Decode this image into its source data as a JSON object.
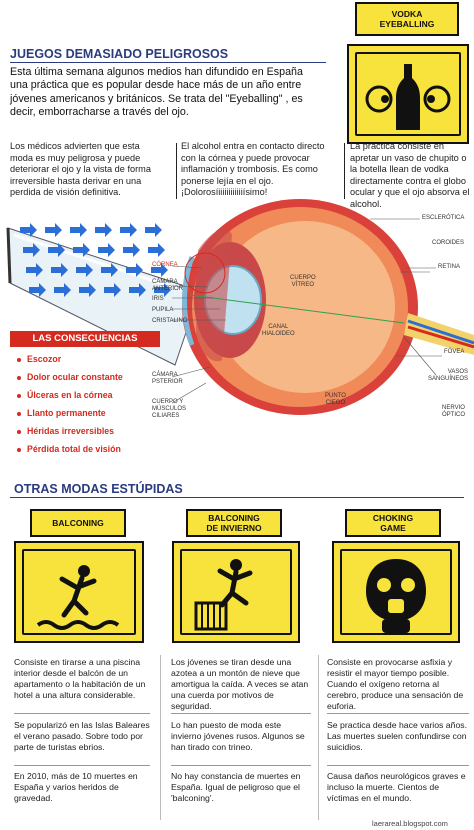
{
  "header": {
    "title": "JUEGOS DEMASIADO PELIGROSOS",
    "intro": "Esta última semana algunos medios han difundido en España una práctica que es popular desde hace más de un año entre jóvenes americanos y británicos. Se trata del \"Eyeballing\" , es decir, emborracharse  a través del ojo."
  },
  "vodka_sign": {
    "label": "VODKA\nEYEBALLING"
  },
  "columns": {
    "col1": "Los médicos advierten que esta moda es muy peligrosa  y puede deteriorar el ojo y la vista de forma irreversible hasta derivar en una perdida de visión definitiva.",
    "col2": "El alcohol entra en contacto directo con la córnea y puede provocar inflamación y trombosis. Es como ponerse lejía en el ojo. ¡Dolorosíiiiiiiiiiiiiísimo!",
    "col3": "La práctica consiste en apretar un vaso de chupito o la botella llean de vodka directamente contra el globo ocular y que el ojo absorva el alcohol."
  },
  "eye_labels": {
    "cornea": "CÓRNEA",
    "camara_anterior": "CÁMARA\nANTERIOR",
    "iris": "IRIS",
    "pupila": "PUPILA",
    "cristalino": "CRISTALINO",
    "cuerpo_vitreo": "CUERPO\nVÍTREO",
    "canal_hialoideo": "CANAL\nHIALOIDEO",
    "camara_posterior": "CÁMARA\nPSTERIOR",
    "cuerpo_musculos": "CUERPO Y\nMÚSCULOS\nCILIARES",
    "punto_ciego": "PUNTO\nCIEGO",
    "esclerotica": "ESCLERÓTICA",
    "coroides": "COROIDES",
    "retina": "RETINA",
    "fovea": "FÓVEA",
    "vasos": "VASOS\nSANGUÍNEOS",
    "nervio": "NERVIO\nÓPTICO"
  },
  "consequences": {
    "title": "LAS CONSECUENCIAS",
    "items": [
      "Escozor",
      "Dolor ocular constante",
      "Úlceras en la córnea",
      "Llanto permanente",
      "Héridas irreversibles",
      "Pérdida total de visión"
    ]
  },
  "otras": {
    "title": "OTRAS MODAS ESTÚPIDAS",
    "modas": [
      {
        "label": "BALCONING",
        "p1": "Consiste en tirarse a una piscina interior desde el balcón de un apartamento o la habitación de un hotel a una altura considerable.",
        "p2": "Se popularizó en las Islas Baleares el verano pasado. Sobre todo por parte de turistas ebrios.",
        "p3": "En 2010, más de 10 muertes en España y varios heridos de gravedad."
      },
      {
        "label": "BALCONING\nDE INVIERNO",
        "p1": "Los jóvenes se tiran desde una azotea a un montón de nieve que amortigua la caída.  A veces se atan una cuerda por motivos de seguridad.",
        "p2": "Lo han puesto de moda este invierno jóvenes rusos. Algunos se han tirado con trineo.",
        "p3": "No hay constancia de muertes en España.  Igual de peligroso que el 'balconing'."
      },
      {
        "label": "CHOKING\nGAME",
        "p1": "Consiste en provocarse asfixia y resistir el mayor tiempo posible. Cuando el oxígeno retorna al cerebro, produce una sensación de  euforia.",
        "p2": "Se practica desde hace varios años. Las muertes suelen confundirse con suicidios.",
        "p3": "Causa daños neurológicos graves e incluso la muerte. Cientos de víctimas en el mundo."
      }
    ]
  },
  "footer": {
    "credit": "laerareal.blogspot.com"
  },
  "colors": {
    "title_blue": "#2a3b7f",
    "sign_yellow": "#f7e33b",
    "alert_red": "#d42a20",
    "arrow_blue": "#2a6ed6"
  }
}
